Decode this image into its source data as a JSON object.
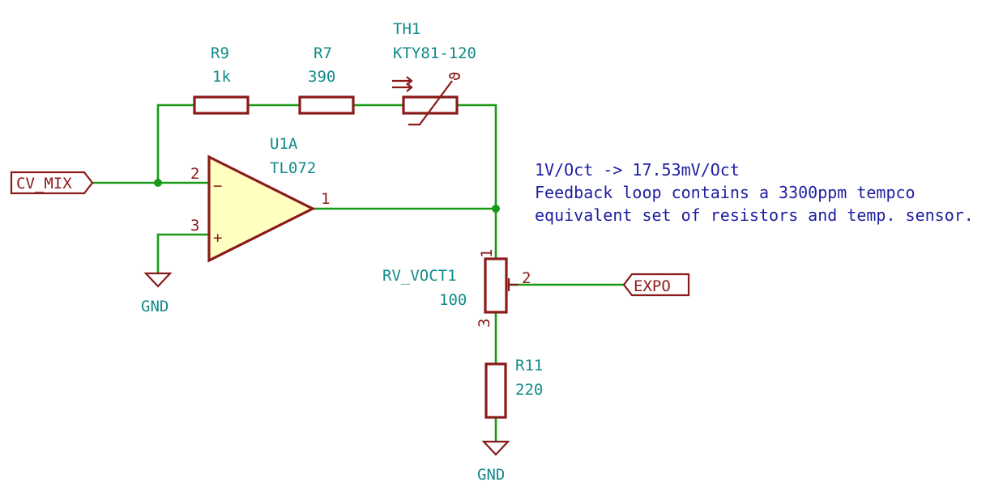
{
  "components": {
    "r9": {
      "ref": "R9",
      "value": "1k"
    },
    "r7": {
      "ref": "R7",
      "value": "390"
    },
    "th1": {
      "ref": "TH1",
      "value": "KTY81-120",
      "mark": "ϑ"
    },
    "u1a": {
      "ref": "U1A",
      "value": "TL072",
      "minus": "−",
      "plus": "+"
    },
    "rv_voct1": {
      "ref": "RV_VOCT1",
      "value": "100"
    },
    "r11": {
      "ref": "R11",
      "value": "220"
    }
  },
  "pins": {
    "u1a_in_minus": "2",
    "u1a_in_plus": "3",
    "u1a_out": "1",
    "rv_top": "1",
    "rv_wiper": "2",
    "rv_bottom": "3"
  },
  "labels": {
    "cv_mix": "CV_MIX",
    "expo": "EXPO"
  },
  "power": {
    "gnd_left": "GND",
    "gnd_bottom": "GND"
  },
  "notes": [
    "1V/Oct -> 17.53mV/Oct",
    "Feedback loop contains a 3300ppm tempco",
    "equivalent set of resistors and temp. sensor."
  ],
  "colors": {
    "wire": "#179a17",
    "component": "#8a1a1a",
    "opamp_fill": "#ffffc2",
    "reference_text": "#138a8a",
    "note_text": "#1e1ea0"
  }
}
